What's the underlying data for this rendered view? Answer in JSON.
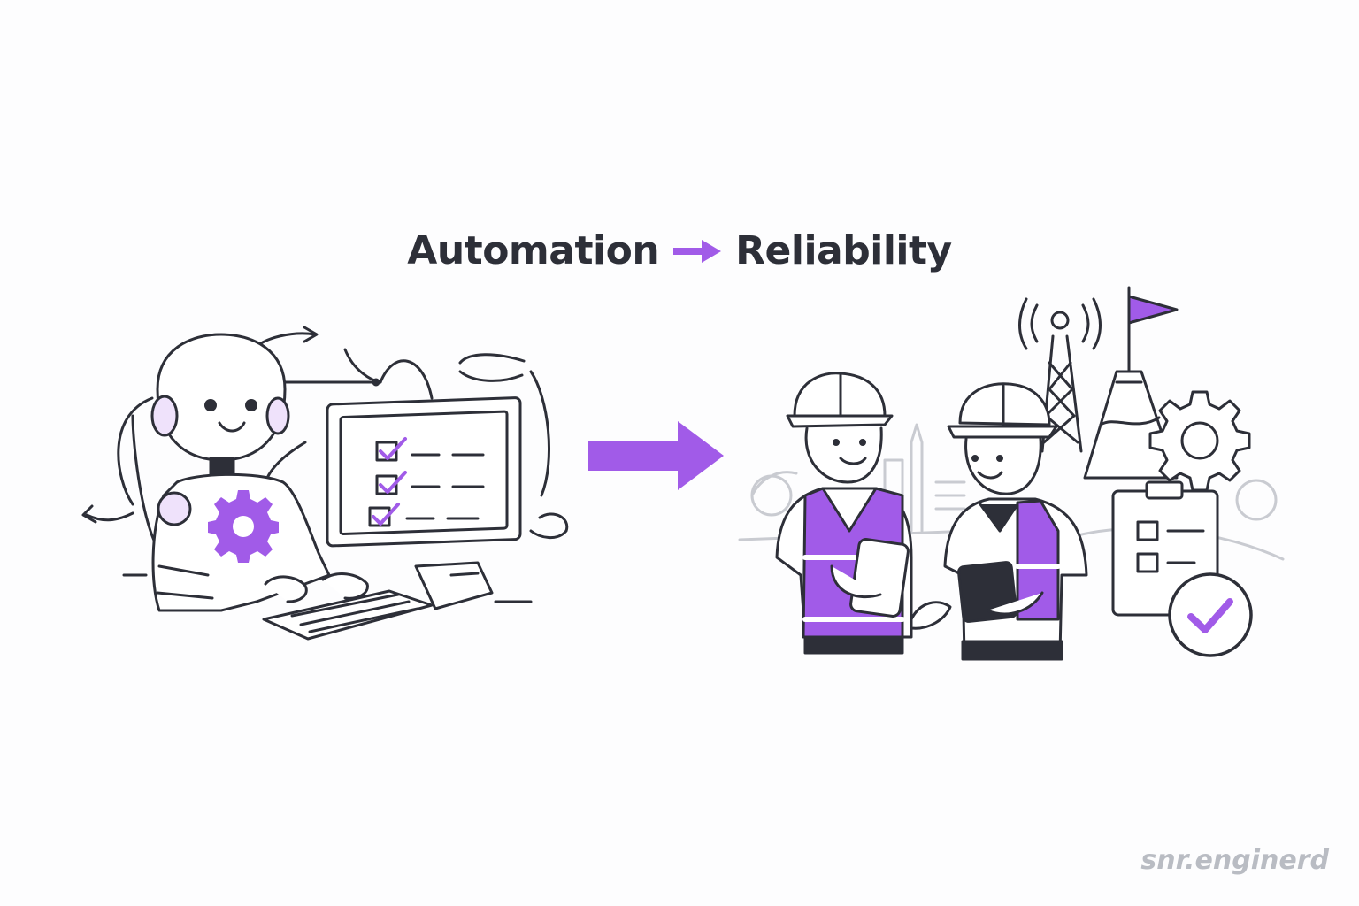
{
  "title": {
    "left_word": "Automation",
    "right_word": "Reliability"
  },
  "icons": {
    "title_arrow": "right-arrow-icon",
    "main_arrow": "right-arrow-icon",
    "robot_gear": "gear-icon",
    "checklist": "checkbox-checked-icon",
    "signal_tower": "signal-tower-icon",
    "flag": "flag-icon",
    "approval": "check-circle-icon",
    "clipboard": "clipboard-icon"
  },
  "colors": {
    "accent": "#a15be8",
    "ink": "#2d2f38",
    "muted": "#c9cbd1",
    "background": "#fdfdfe"
  },
  "watermark": "snr.enginerd"
}
